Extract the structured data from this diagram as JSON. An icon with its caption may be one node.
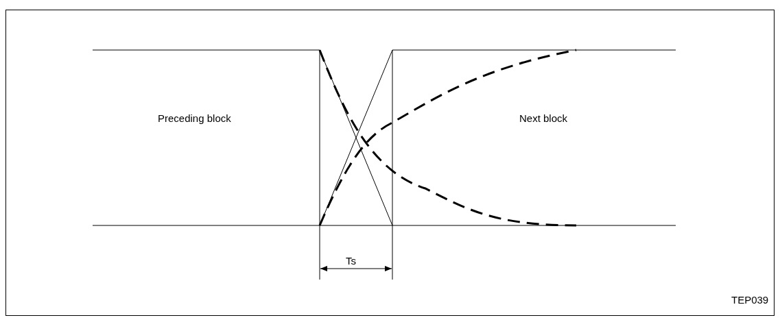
{
  "diagram": {
    "labels": [
      "Preceding block",
      "Next block",
      "Ts",
      "TEP039"
    ]
  }
}
